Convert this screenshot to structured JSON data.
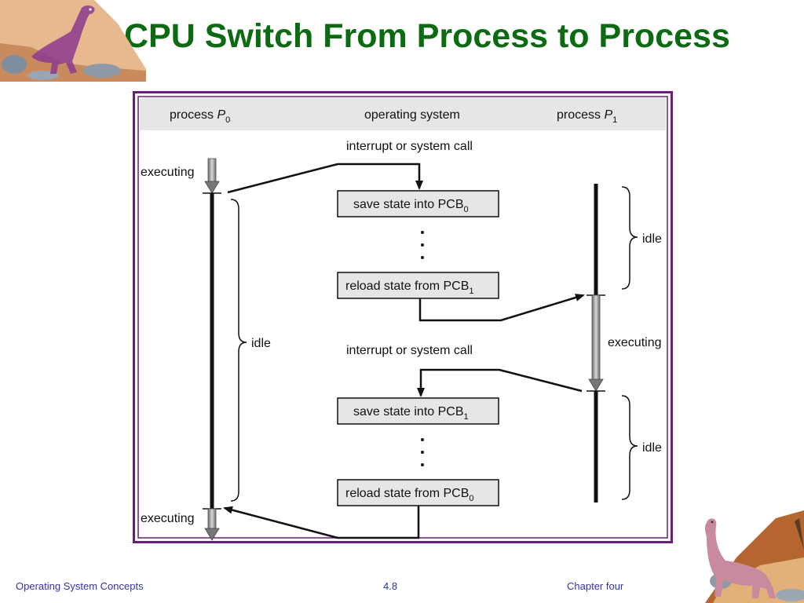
{
  "slide": {
    "title": "CPU Switch From Process to Process",
    "footer_left": "Operating System Concepts",
    "footer_center": "4.8",
    "footer_right": "Chapter four"
  },
  "colors": {
    "title": "#0b6a12",
    "frame": "#6a1e7a",
    "header_band": "#e6e6e6",
    "box_fill": "#e6e6e6",
    "footer": "#3434a8"
  },
  "diagram": {
    "header": {
      "p0_prefix": "process ",
      "p0_italic": "P",
      "p0_sub": "0",
      "os": "operating system",
      "p1_prefix": "process ",
      "p1_italic": "P",
      "p1_sub": "1"
    },
    "interrupt_top": "interrupt or system call",
    "interrupt_mid": "interrupt or system call",
    "box1": {
      "text": "save state into PCB",
      "sub": "0"
    },
    "box2": {
      "text": "reload state from PCB",
      "sub": "1"
    },
    "box3": {
      "text": "save state into PCB",
      "sub": "1"
    },
    "box4": {
      "text": "reload state from PCB",
      "sub": "0"
    },
    "p0_executing_top": "executing",
    "p0_idle": "idle",
    "p0_executing_bottom": "executing",
    "p1_idle_top": "idle",
    "p1_executing": "executing",
    "p1_idle_bottom": "idle"
  }
}
